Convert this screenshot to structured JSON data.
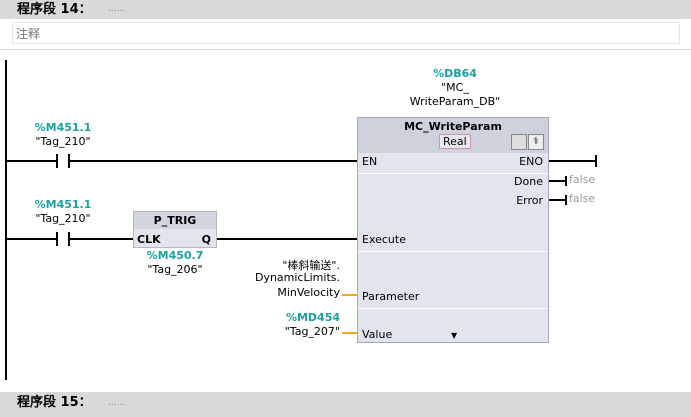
{
  "network14": {
    "title": "程序段 14：",
    "dots": "......",
    "comment": "注释"
  },
  "network15": {
    "title": "程序段 15：",
    "dots": "......"
  },
  "contact1": {
    "address": "%M451.1",
    "tag": "\"Tag_210\""
  },
  "contact2": {
    "address": "%M451.1",
    "tag": "\"Tag_210\""
  },
  "ptrig": {
    "name": "P_TRIG",
    "clk": "CLK",
    "q": "Q",
    "address": "%M450.7",
    "tag": "\"Tag_206\""
  },
  "block": {
    "db_address": "%DB64",
    "db_name1": "\"MC_",
    "db_name2": "WriteParam_DB\"",
    "name": "MC_WriteParam",
    "type": "Real",
    "inputs": {
      "en": "EN",
      "execute": "Execute",
      "parameter": "Parameter",
      "value": "Value"
    },
    "outputs": {
      "eno": "ENO",
      "done": "Done",
      "error": "Error"
    },
    "done_value": "false",
    "error_value": "false"
  },
  "parameter": {
    "line1": "\"棒斜输送\".",
    "line2": "DynamicLimits.",
    "line3": "MinVelocity"
  },
  "value": {
    "address": "%MD454",
    "tag": "\"Tag_207\""
  }
}
